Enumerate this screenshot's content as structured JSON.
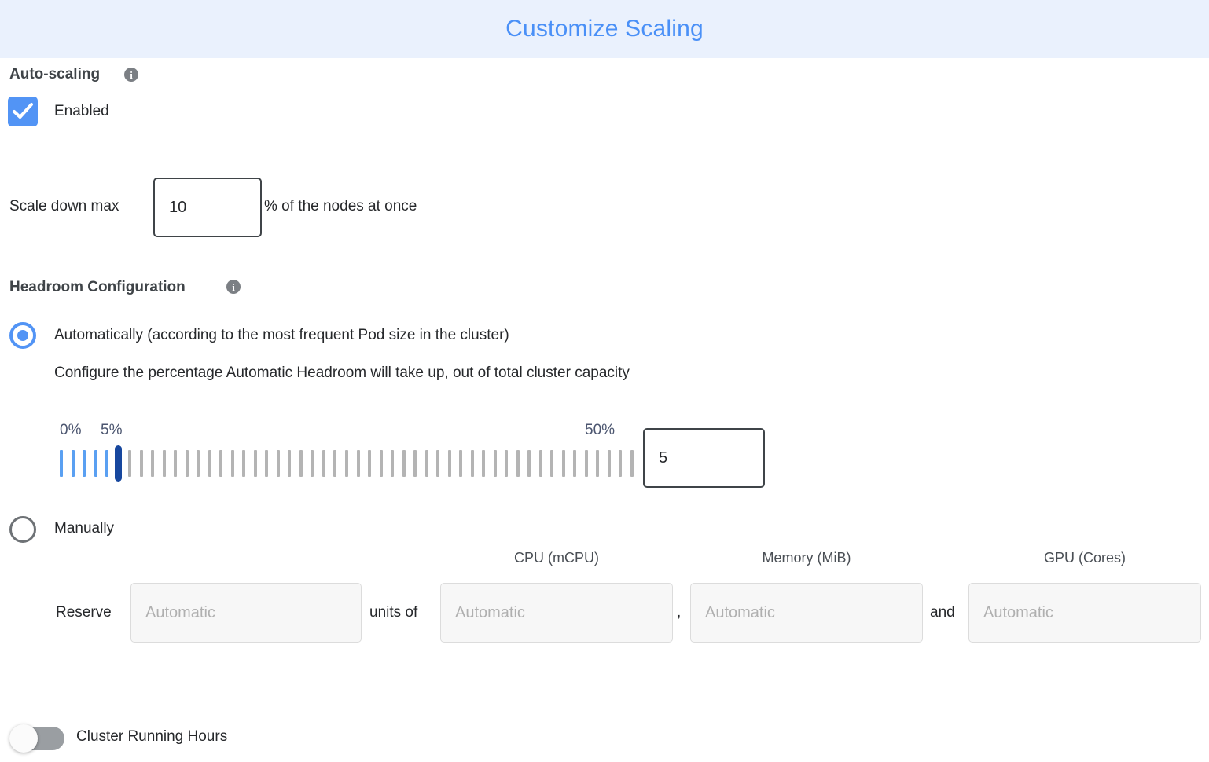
{
  "header": {
    "title": "Customize Scaling"
  },
  "autoscaling": {
    "label": "Auto-scaling",
    "info_icon": "info-icon",
    "enabled_label": "Enabled",
    "enabled_checked": true,
    "scale_down_prefix": "Scale down max",
    "scale_down_value": "10",
    "scale_down_suffix": "% of the nodes at once"
  },
  "headroom": {
    "label": "Headroom Configuration",
    "info_icon": "info-icon",
    "option_auto": {
      "label": "Automatically (according to the most frequent Pod size in the cluster)",
      "selected": true,
      "description": "Configure the percentage Automatic Headroom will take up, out of total cluster capacity"
    },
    "slider": {
      "min_label": "0%",
      "value_label": "5%",
      "max_label": "50%",
      "min": 0,
      "max": 50,
      "value": 5,
      "tick_count": 51,
      "filled_color": "#5aa0f2",
      "empty_color": "#b4b4b4",
      "thumb_color": "#17479e",
      "input_value": "5"
    },
    "option_manual": {
      "label": "Manually",
      "selected": false
    },
    "reserve": {
      "prefix": "Reserve",
      "units_value": "",
      "units_placeholder": "Automatic",
      "units_of": "units of",
      "cpu_header": "CPU (mCPU)",
      "cpu_value": "",
      "cpu_placeholder": "Automatic",
      "comma": ",",
      "memory_header": "Memory (MiB)",
      "memory_value": "",
      "memory_placeholder": "Automatic",
      "and": "and",
      "gpu_header": "GPU (Cores)",
      "gpu_value": "",
      "gpu_placeholder": "Automatic"
    }
  },
  "cluster_running_hours": {
    "label": "Cluster Running Hours",
    "enabled": false
  },
  "colors": {
    "accent": "#5294f5",
    "header_bg": "#eaf1fd",
    "header_text": "#4a90f7",
    "thumb": "#17479e"
  }
}
